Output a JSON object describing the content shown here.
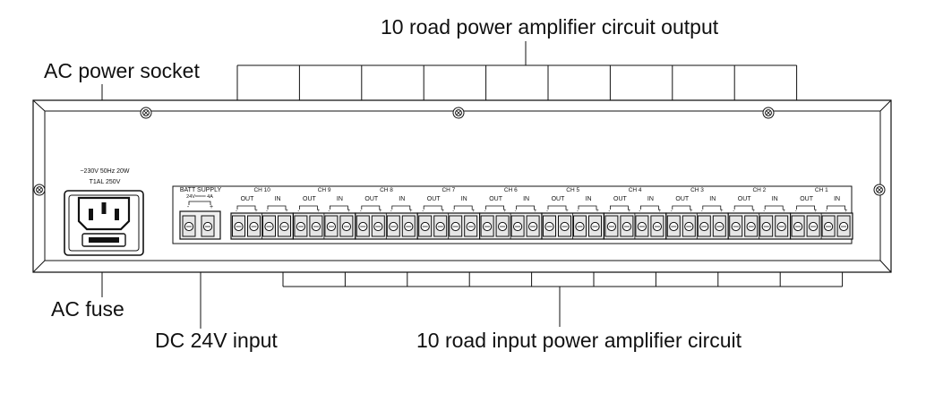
{
  "callouts": {
    "output": "10 road power amplifier circuit output",
    "ac_socket": "AC power socket",
    "ac_fuse": "AC fuse",
    "dc_input": "DC 24V input",
    "input_circuit": "10 road input power amplifier circuit"
  },
  "panel": {
    "power_rating": "~230V  50Hz  20W",
    "fuse_rating": "T1AL 250V",
    "batt_label": "BATT SUPPLY",
    "batt_rating": "24V═══ 4A",
    "out_label": "OUT",
    "in_label": "IN",
    "minus": "-",
    "plus": "+",
    "channels": [
      "CH 10",
      "CH 9",
      "CH 8",
      "CH 7",
      "CH 6",
      "CH 5",
      "CH 4",
      "CH 3",
      "CH 2",
      "CH 1"
    ]
  },
  "colors": {
    "line": "#111111",
    "panel_fill": "#ffffff",
    "terminal_fill": "#e6e6e6"
  }
}
